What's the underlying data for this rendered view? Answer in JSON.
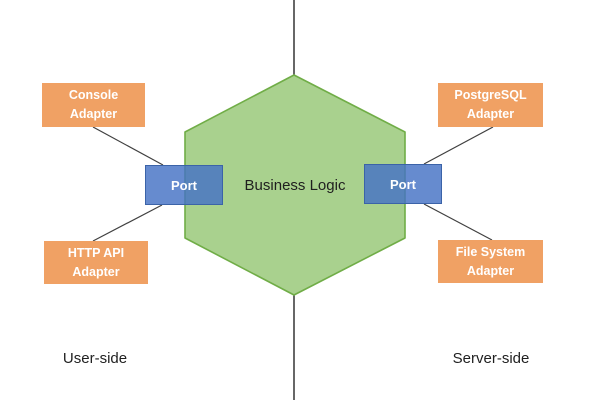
{
  "diagram": {
    "core": {
      "label": "Business Logic"
    },
    "ports": [
      {
        "label": "Port",
        "position": "left"
      },
      {
        "label": "Port",
        "position": "right"
      }
    ],
    "adapters": [
      {
        "line1": "Console",
        "line2": "Adapter",
        "position": "top-left"
      },
      {
        "line1": "HTTP API",
        "line2": "Adapter",
        "position": "bottom-left"
      },
      {
        "line1": "PostgreSQL",
        "line2": "Adapter",
        "position": "top-right"
      },
      {
        "line1": "File System",
        "line2": "Adapter",
        "position": "bottom-right"
      }
    ],
    "side_labels": {
      "left": "User-side",
      "right": "Server-side"
    },
    "colors": {
      "adapter_fill": "#F0A164",
      "adapter_text": "#FFFFFF",
      "port_fill": "#4472C4",
      "port_border": "#3B63A8",
      "port_text": "#FFFFFF",
      "hexagon_fill": "#A9D18E",
      "hexagon_border": "#70AD47",
      "connector_line": "#404040",
      "axis_line": "#262626",
      "text": "#1F1F1F"
    }
  }
}
